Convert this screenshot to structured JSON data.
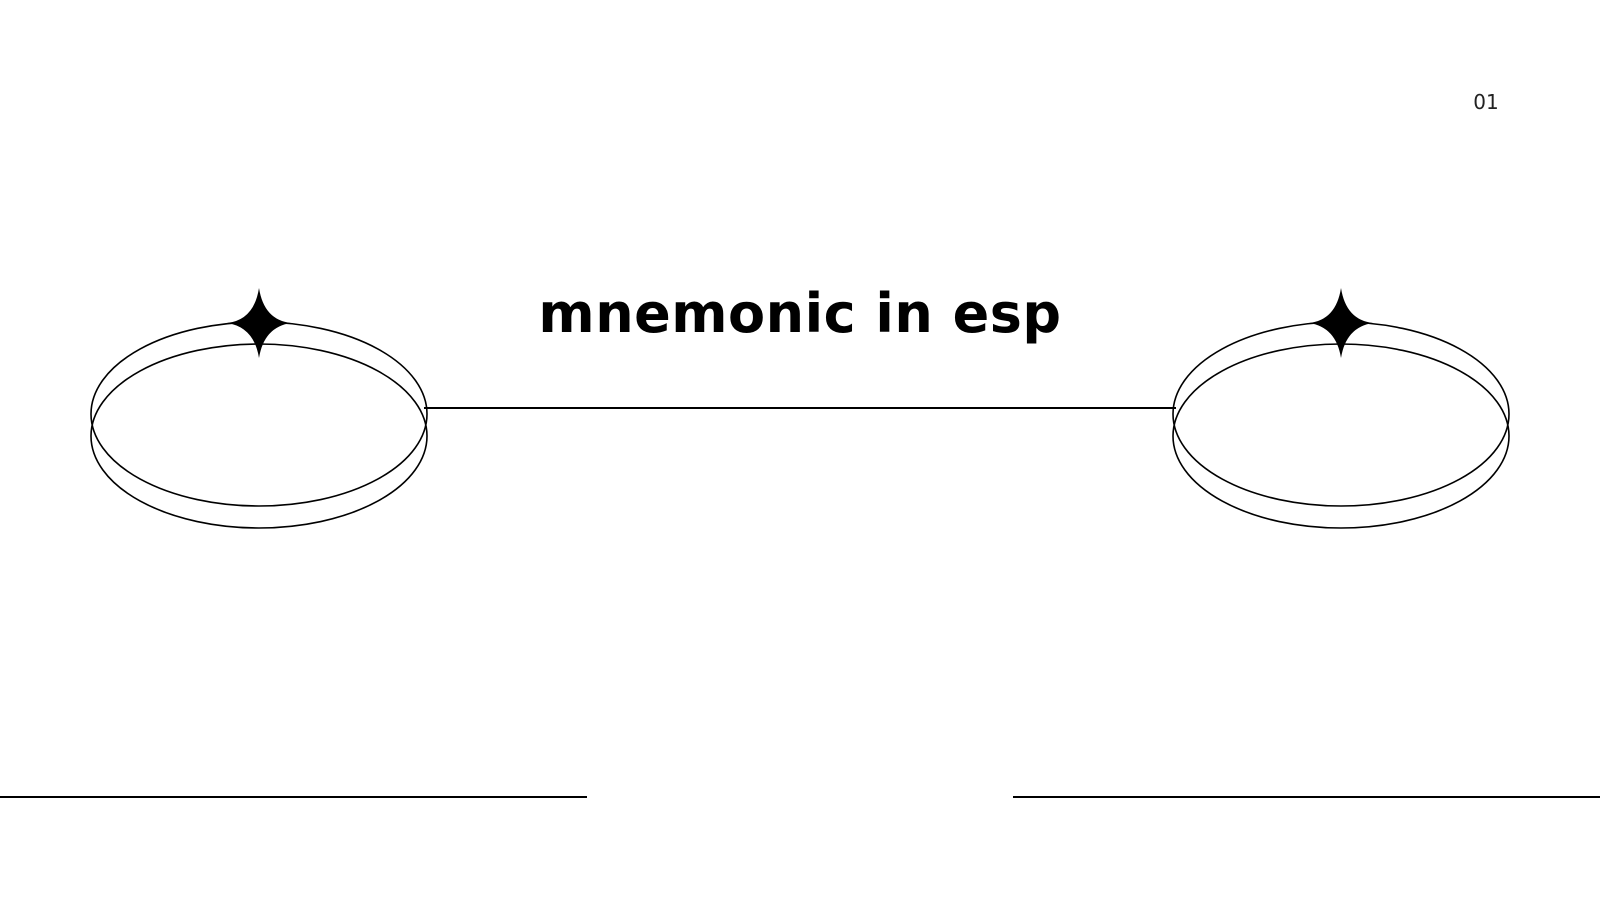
{
  "slide": {
    "title": "mnemonic in esp",
    "page_number": "01"
  },
  "colors": {
    "background": "#ffffff",
    "ink": "#000000"
  },
  "decorations": [
    {
      "kind": "ring-with-sparkle",
      "side": "left"
    },
    {
      "kind": "ring-with-sparkle",
      "side": "right"
    },
    {
      "kind": "connector-line"
    },
    {
      "kind": "bottom-rule",
      "side": "left"
    },
    {
      "kind": "bottom-rule",
      "side": "right"
    }
  ]
}
